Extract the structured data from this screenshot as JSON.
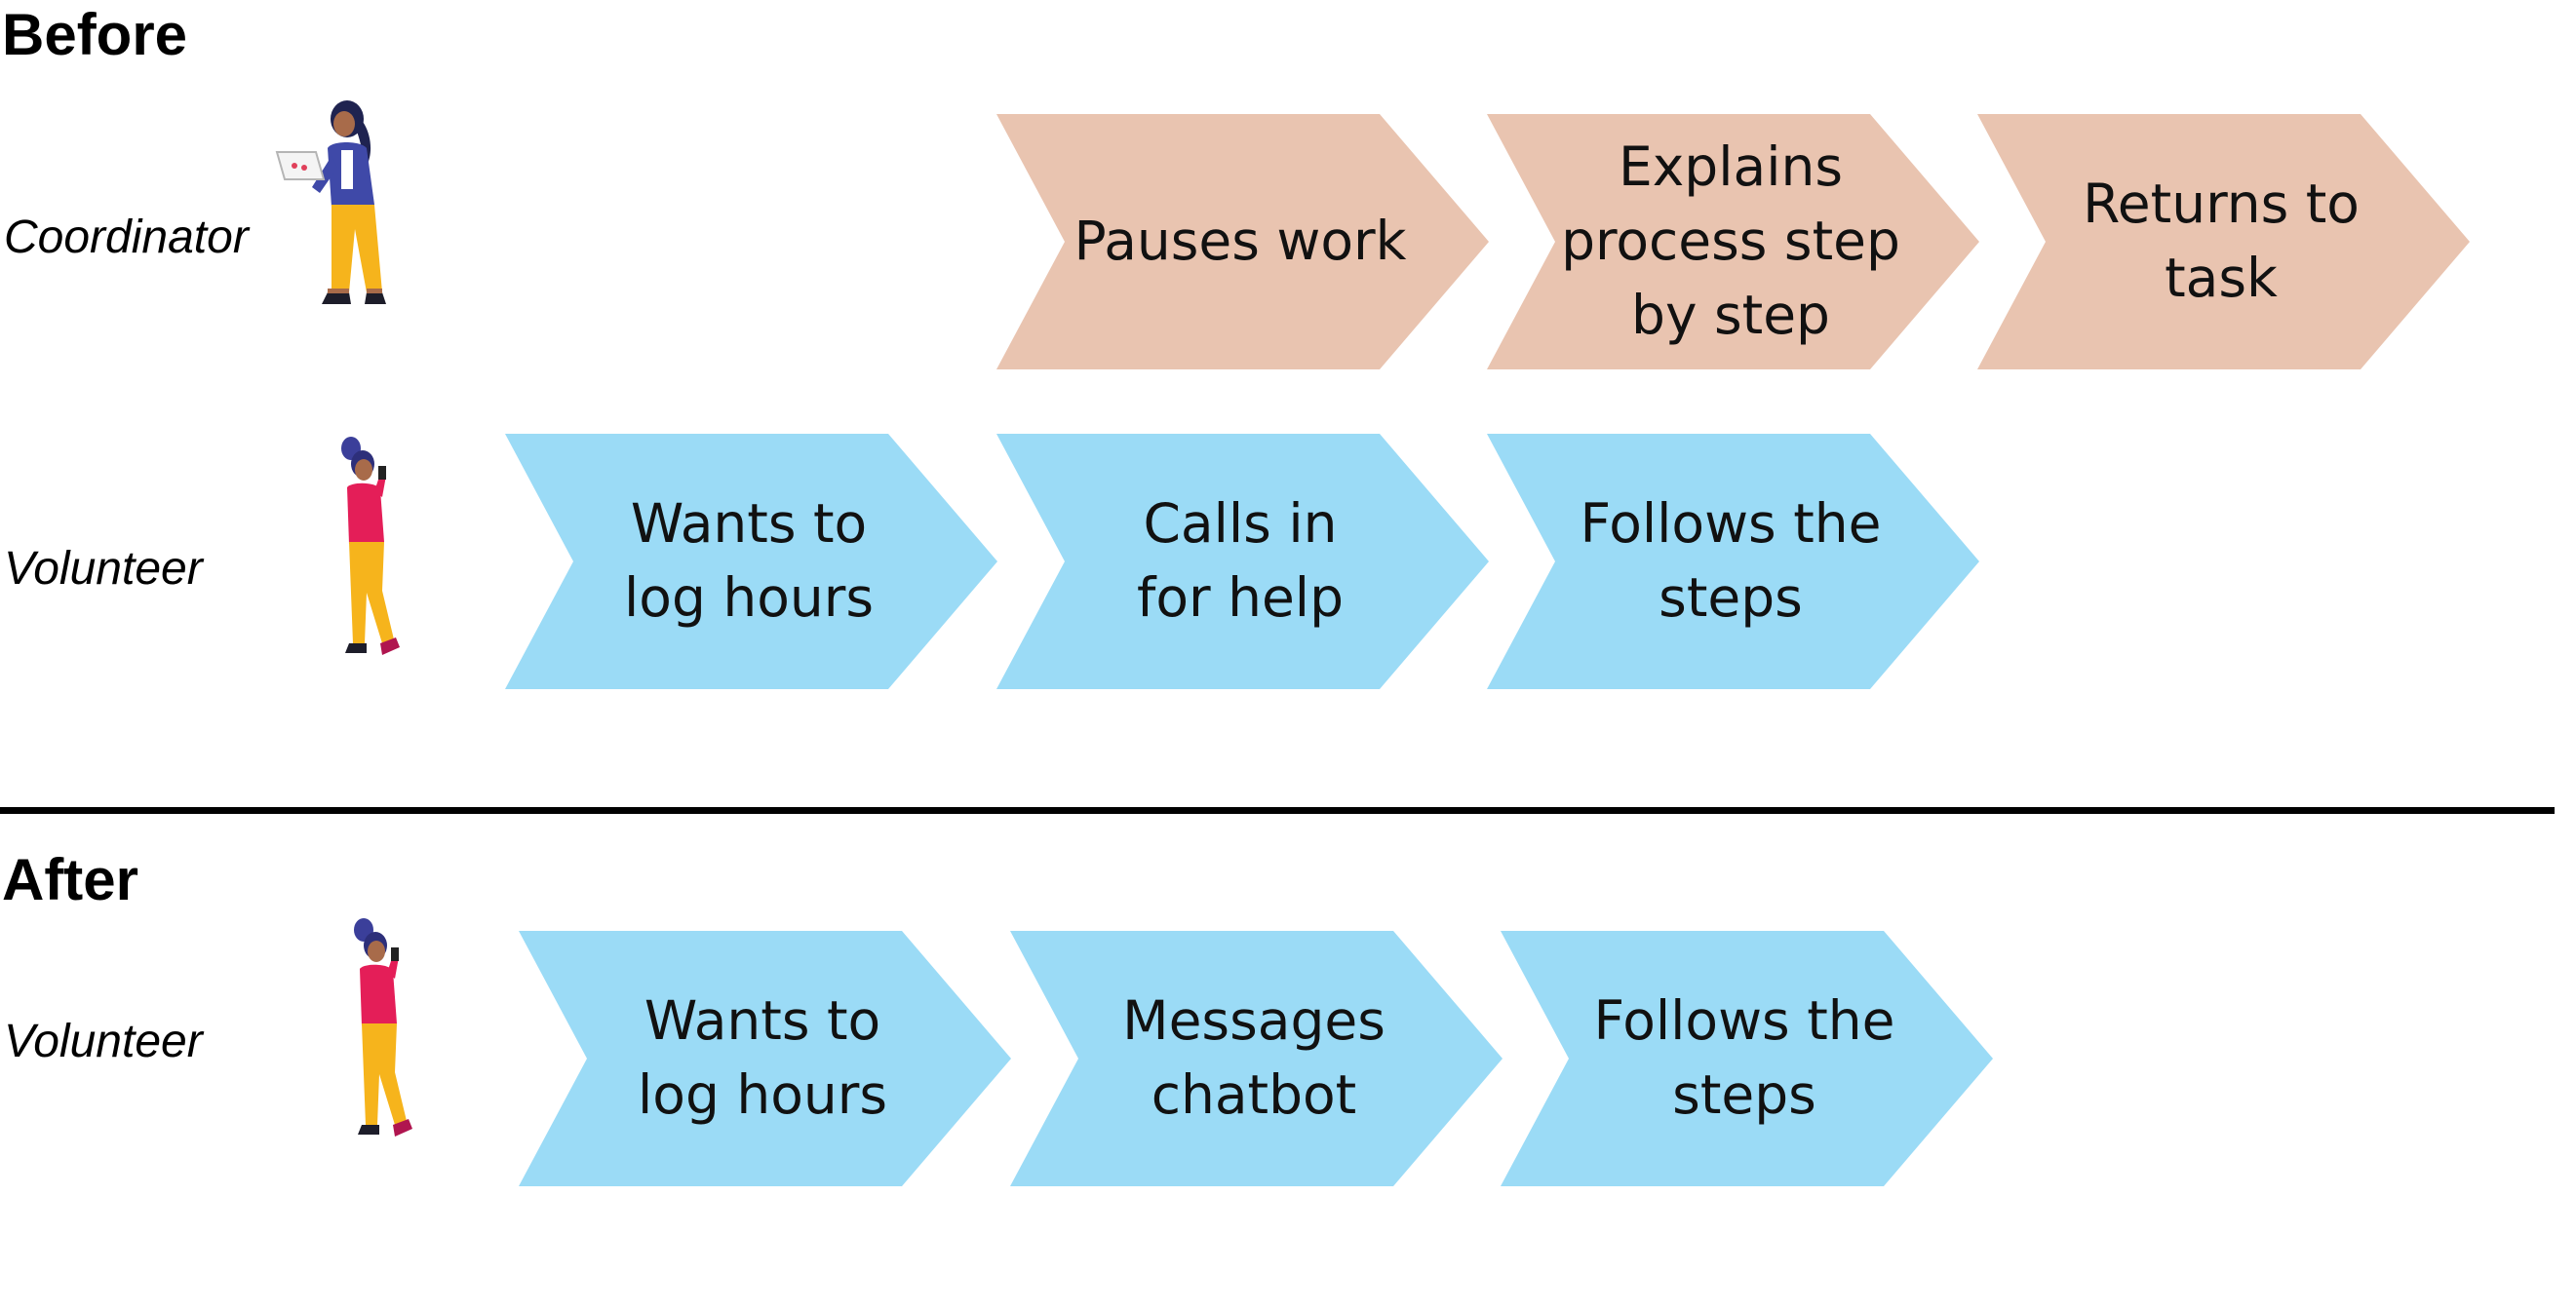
{
  "before": {
    "heading": "Before",
    "coordinator": {
      "role": "Coordinator",
      "steps": [
        {
          "label": "Pauses work"
        },
        {
          "label": "Explains\nprocess step\nby step"
        },
        {
          "label": "Returns to\ntask"
        }
      ]
    },
    "volunteer": {
      "role": "Volunteer",
      "steps": [
        {
          "label": "Wants to\nlog hours"
        },
        {
          "label": "Calls in\nfor help"
        },
        {
          "label": "Follows the\nsteps"
        }
      ]
    }
  },
  "after": {
    "heading": "After",
    "volunteer": {
      "role": "Volunteer",
      "steps": [
        {
          "label": "Wants to\nlog hours"
        },
        {
          "label": "Messages\nchatbot"
        },
        {
          "label": "Follows the\nsteps"
        }
      ]
    }
  },
  "colors": {
    "coordinator_step": "#e9c4b0",
    "volunteer_step": "#9bdbf6",
    "divider": "#000000"
  },
  "icons": {
    "coordinator_figure": "woman-with-laptop-illustration",
    "volunteer_figure": "woman-walking-with-phone-illustration"
  }
}
